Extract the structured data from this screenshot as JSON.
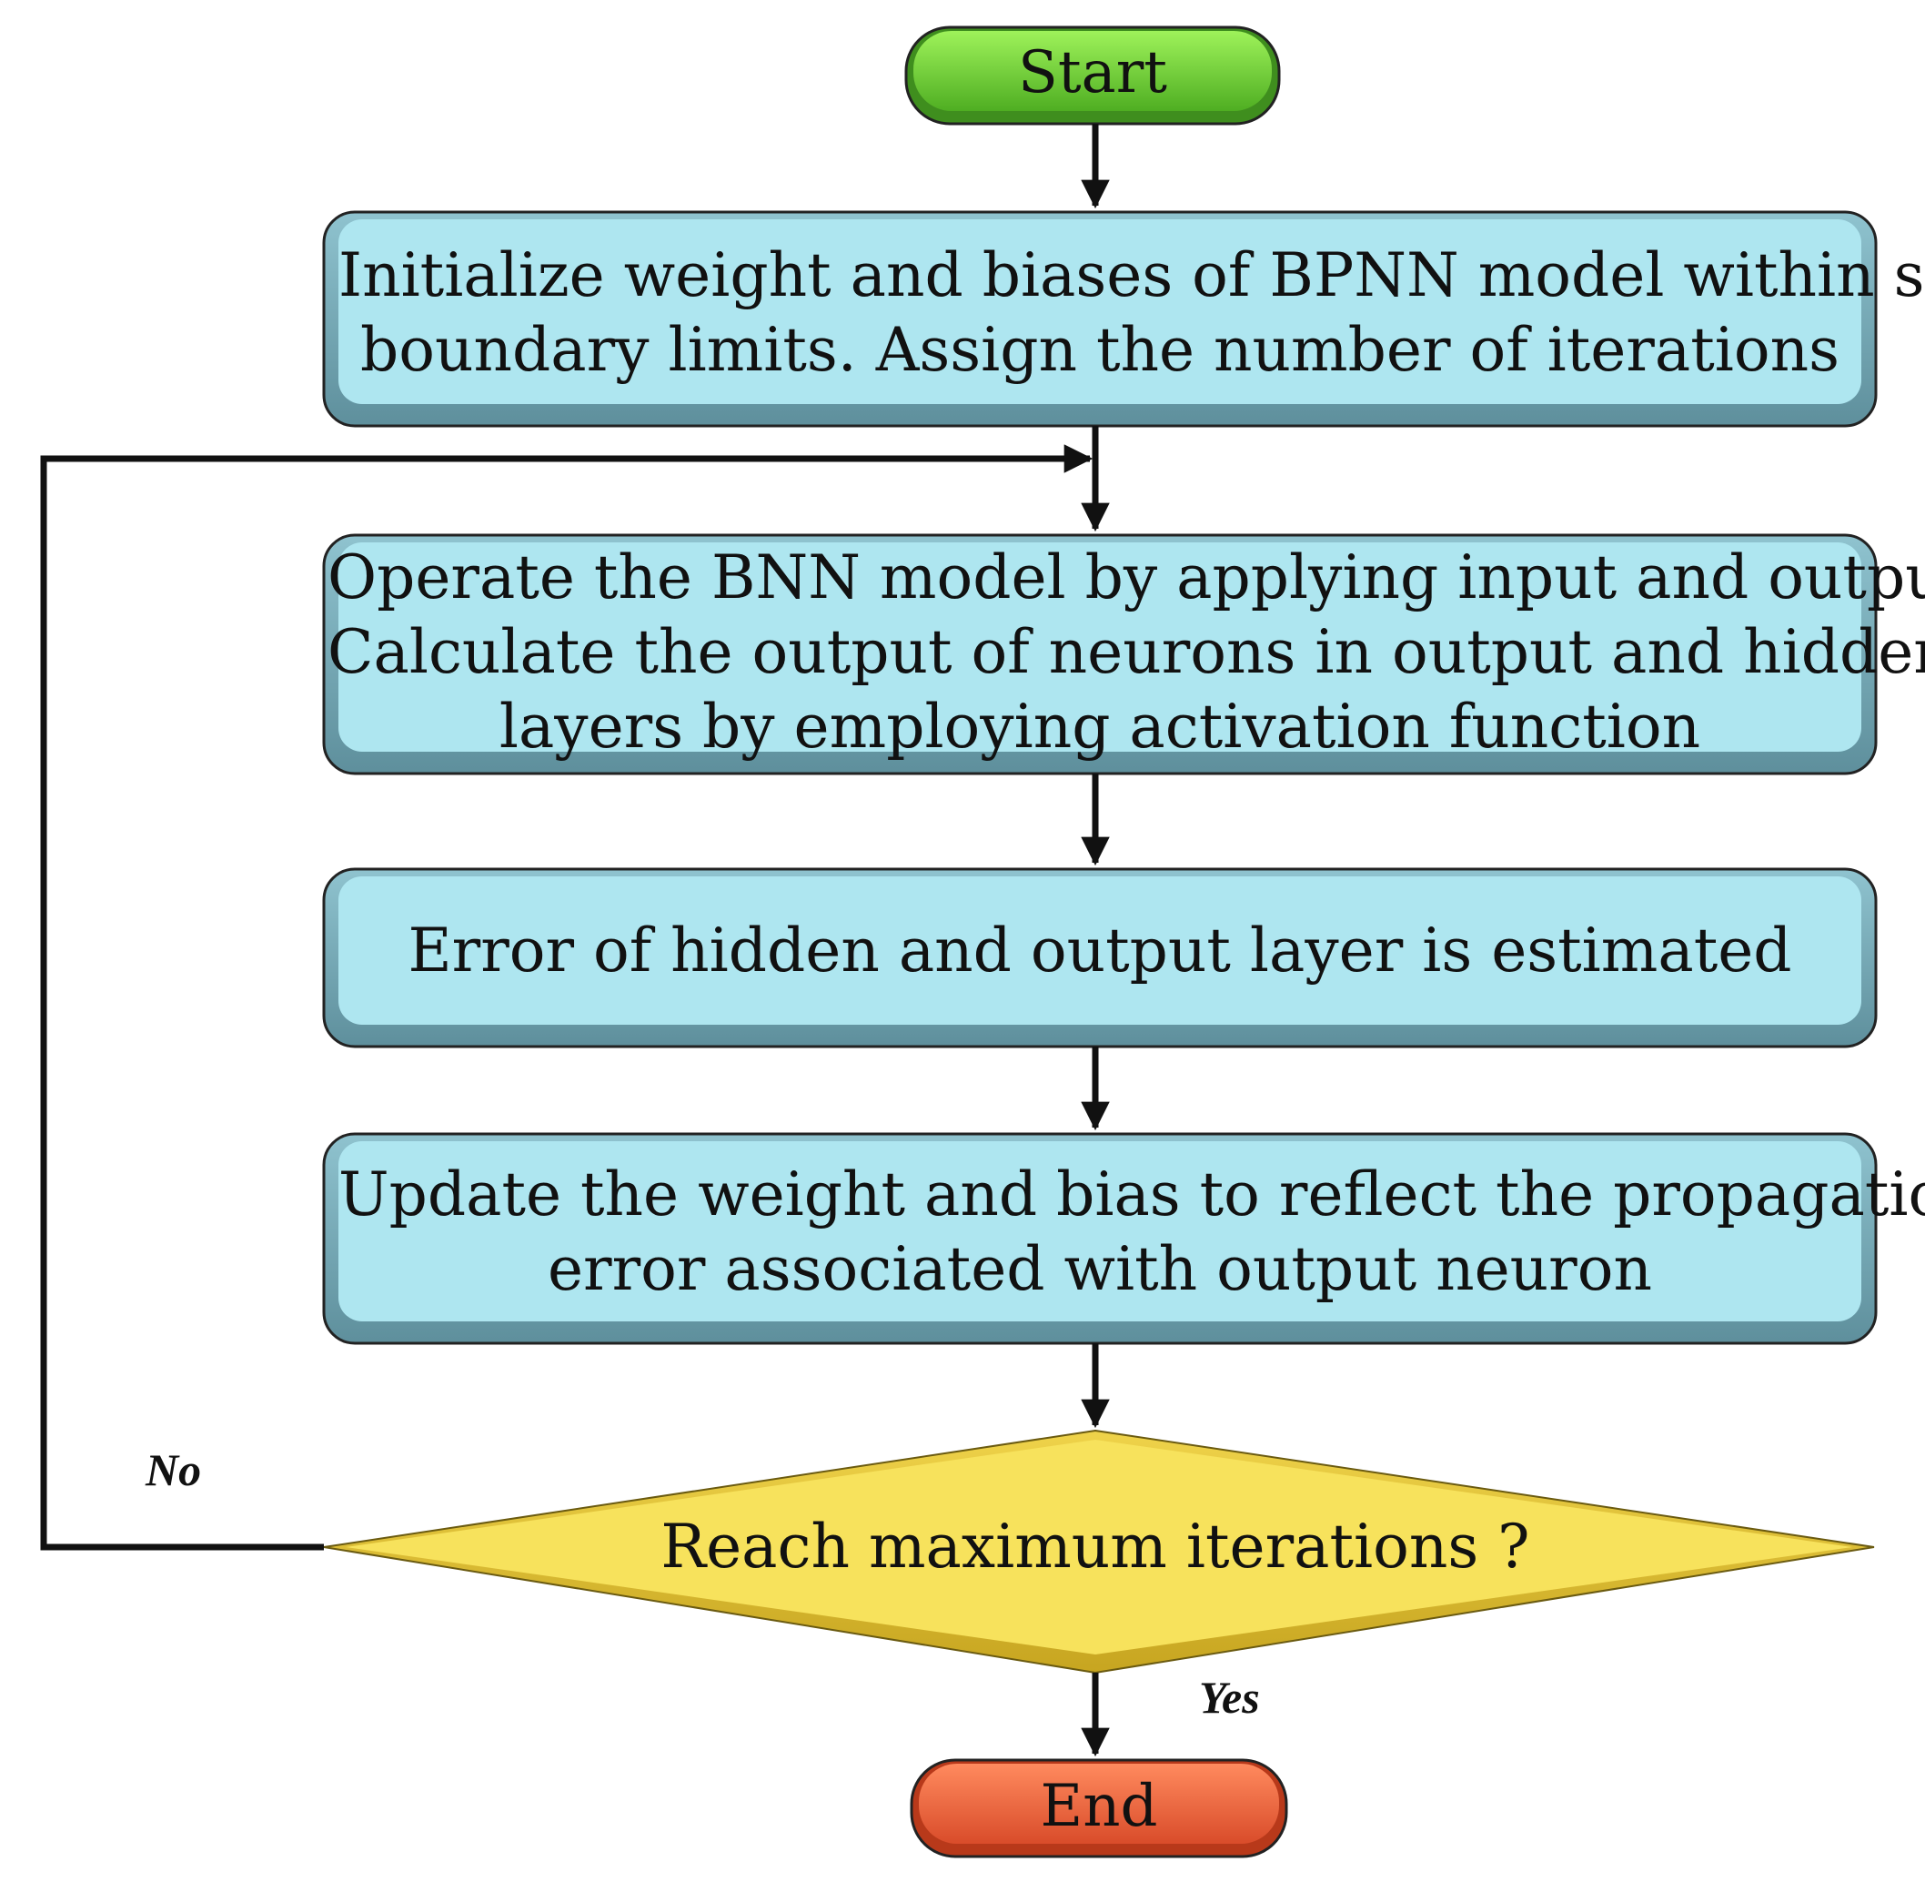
{
  "diagram": {
    "type": "flowchart",
    "nodes": {
      "start": {
        "label": "Start",
        "shape": "terminator",
        "color": "#6cc93a"
      },
      "init": {
        "lines": [
          "Initialize weight and biases of BPNN model within set",
          "boundary limits. Assign the number of iterations"
        ],
        "shape": "process",
        "color": "#aee6f0"
      },
      "operate": {
        "lines": [
          "Operate the BNN model by applying input and output.",
          "Calculate the output of neurons in output and hidden",
          "layers by employing activation function"
        ],
        "shape": "process",
        "color": "#aee6f0"
      },
      "error": {
        "lines": [
          "Error of hidden and output layer is estimated"
        ],
        "shape": "process",
        "color": "#aee6f0"
      },
      "update": {
        "lines": [
          "Update the weight and bias to reflect the propagation",
          "error associated with output neuron"
        ],
        "shape": "process",
        "color": "#aee6f0"
      },
      "decision": {
        "label": "Reach maximum iterations ?",
        "shape": "decision",
        "color": "#f7e25c"
      },
      "end": {
        "label": "End",
        "shape": "terminator",
        "color": "#f06a45"
      }
    },
    "edges": [
      {
        "from": "start",
        "to": "init"
      },
      {
        "from": "init",
        "to": "operate"
      },
      {
        "from": "operate",
        "to": "error"
      },
      {
        "from": "error",
        "to": "update"
      },
      {
        "from": "update",
        "to": "decision"
      },
      {
        "from": "decision",
        "to": "end",
        "label": "Yes"
      },
      {
        "from": "decision",
        "to": "operate",
        "label": "No"
      }
    ],
    "branch_labels": {
      "no": "No",
      "yes": "Yes"
    }
  }
}
